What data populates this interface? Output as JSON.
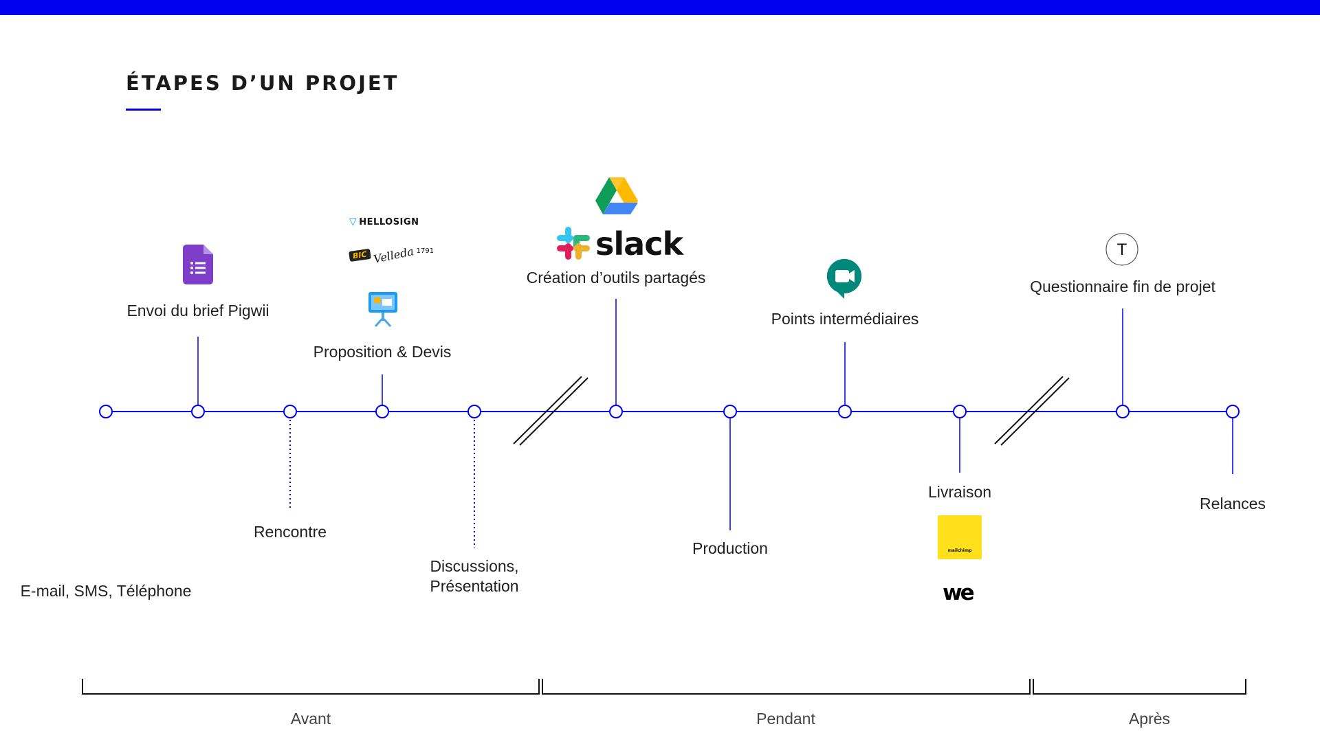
{
  "title": "ÉTAPES D’UN PROJET",
  "colors": {
    "accent": "#0000ee",
    "text": "#222222"
  },
  "steps": [
    {
      "label": "E-mail, SMS, Téléphone",
      "position": "below",
      "connector": "solid"
    },
    {
      "label": "Envoi du brief Pigwii",
      "position": "above",
      "connector": "solid",
      "icon": "google-forms-icon"
    },
    {
      "label": "Rencontre",
      "position": "below",
      "connector": "dotted"
    },
    {
      "label": "Proposition & Devis",
      "position": "above",
      "connector": "solid",
      "icons": [
        "hellosign-logo",
        "bic-velleda-logo",
        "keynote-icon"
      ]
    },
    {
      "label": "Discussions,\nPrésentation",
      "position": "below",
      "connector": "dotted"
    },
    {
      "label": "Création d’outils partagés",
      "position": "above",
      "connector": "solid",
      "icons": [
        "google-drive-icon",
        "slack-logo"
      ]
    },
    {
      "label": "Production",
      "position": "below",
      "connector": "solid"
    },
    {
      "label": "Points intermédiaires",
      "position": "above",
      "connector": "solid",
      "icon": "google-meet-icon"
    },
    {
      "label": "Livraison",
      "position": "below",
      "connector": "solid",
      "icons": [
        "mailchimp-logo",
        "wetransfer-logo"
      ]
    },
    {
      "label": "Questionnaire fin de projet",
      "position": "above",
      "connector": "solid",
      "icon": "typeform-icon"
    },
    {
      "label": "Relances",
      "position": "below",
      "connector": "solid"
    }
  ],
  "phases": [
    {
      "label": "Avant"
    },
    {
      "label": "Pendant"
    },
    {
      "label": "Après"
    }
  ],
  "logos": {
    "hellosign": "HELLOSIGN",
    "bic_badge": "BIC",
    "velleda": "Velleda",
    "velleda_year": "1791",
    "slack": "slack",
    "mailchimp": "mailchimp",
    "wetransfer": "we",
    "typeform": "T"
  }
}
